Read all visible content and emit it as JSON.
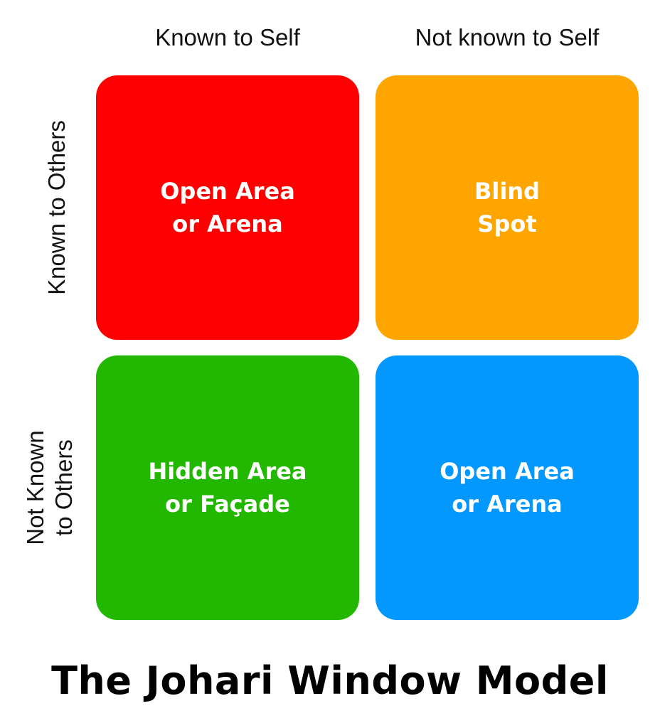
{
  "title": "The Johari Window Model",
  "columns": [
    {
      "label": "Known to Self"
    },
    {
      "label": "Not known to Self"
    }
  ],
  "rows": [
    {
      "label_lines": [
        "Known to Others"
      ]
    },
    {
      "label_lines": [
        "Not Known",
        "to Others"
      ]
    }
  ],
  "quadrants": [
    {
      "line1": "Open Area",
      "line2": "or Arena",
      "color": "#ff0000"
    },
    {
      "line1": "Blind",
      "line2": "Spot",
      "color": "#ffa500"
    },
    {
      "line1": "Hidden Area",
      "line2": "or Façade",
      "color": "#22b800"
    },
    {
      "line1": "Open Area",
      "line2": "or Arena",
      "color": "#0398ff"
    }
  ]
}
